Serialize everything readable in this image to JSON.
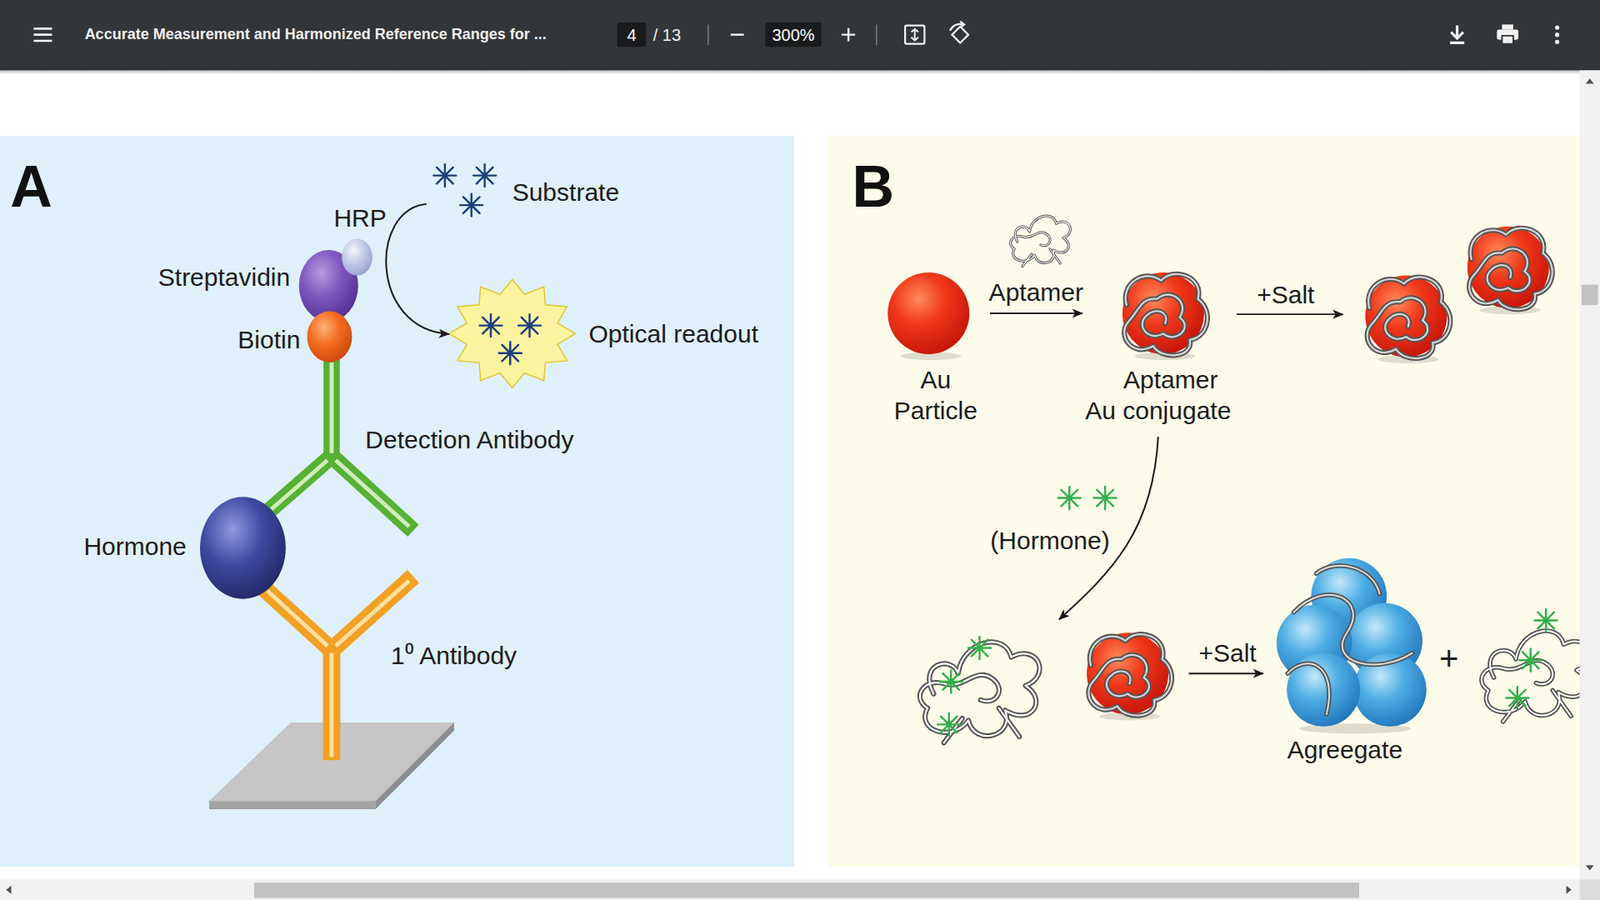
{
  "diagram": {
    "nodes": [
      {
        "text": [
          "A"
        ]
      },
      {
        "text": [
          "Substrate"
        ],
        "in": 0
      },
      {
        "text": [
          "Optical readout"
        ],
        "in": 0
      },
      {
        "text": [
          "B"
        ]
      },
      {
        "text": [
          "Au Particle"
        ],
        "in": 3
      },
      {
        "text": [
          "Aptamer Au conjugate"
        ],
        "in": 3
      },
      {
        "text": [
          "Agreegate"
        ],
        "in": 3
      }
    ],
    "edges": [
      {
        "from": 1,
        "to": 2,
        "arrow": "to"
      },
      {
        "from": 4,
        "to": 5,
        "label": "Aptamer",
        "arrow": "to"
      }
    ],
    "labels": [
      "Accurate Measurement and Harmonized Reference Ranges for ...",
      "4",
      "/ 13",
      "300%",
      "HRP",
      "Streptavidin",
      "Biotin",
      "Detection Antibody",
      "Hormone",
      "1⁰ Antibody",
      "+Salt",
      "(Hormone)",
      "+Salt",
      "+"
    ]
  }
}
